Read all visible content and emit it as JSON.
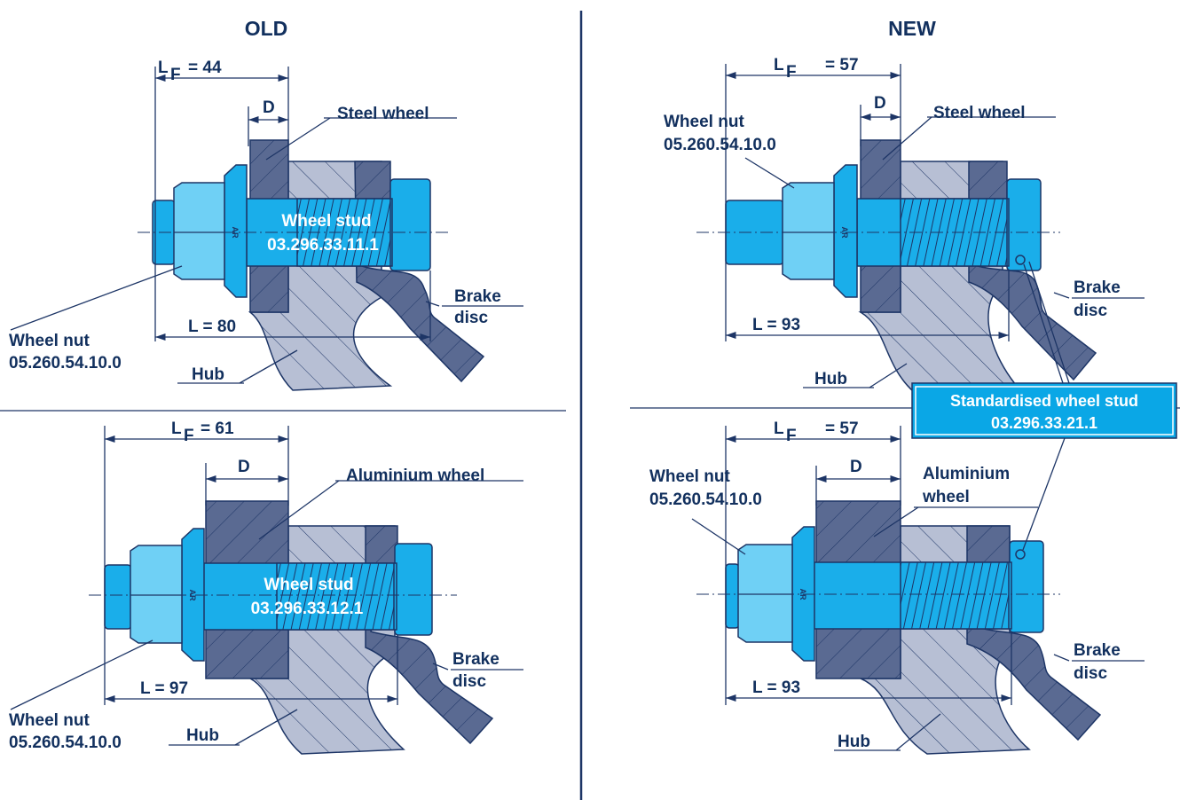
{
  "colors": {
    "navy": "#12305e",
    "stud_blue": "#1aaeea",
    "nut_blue": "#6fd0f5",
    "dark_part": "#5a6a92",
    "light_part": "#b7bfd4",
    "callout_bg": "#0aa7e6"
  },
  "old": {
    "title": "OLD",
    "steel": {
      "lf_letter": "L",
      "lf_sub": "F",
      "lf_value": "= 44",
      "d_label": "D",
      "wheel_label": "Steel wheel",
      "stud_name": "Wheel stud",
      "stud_number": "03.296.33.11.1",
      "nut_label_1": "Wheel nut",
      "nut_label_2": "05.260.54.10.0",
      "l_label": "L  =  80",
      "hub_label": "Hub",
      "disc_label_1": "Brake",
      "disc_label_2": "disc"
    },
    "alu": {
      "lf_letter": "L",
      "lf_sub": "F",
      "lf_value": "= 61",
      "d_label": "D",
      "wheel_label": "Aluminium  wheel",
      "stud_name": "Wheel stud",
      "stud_number": "03.296.33.12.1",
      "nut_label_1": "Wheel nut",
      "nut_label_2": "05.260.54.10.0",
      "l_label": "L  =  97",
      "hub_label": "Hub",
      "disc_label_1": "Brake",
      "disc_label_2": "disc"
    }
  },
  "new": {
    "title": "NEW",
    "steel": {
      "lf_letter": "L",
      "lf_sub": "F",
      "lf_value": "=  57",
      "d_label": "D",
      "wheel_label": "Steel  wheel",
      "nut_label_1": "Wheel nut",
      "nut_label_2": "05.260.54.10.0",
      "l_label": "L  =  93",
      "hub_label": "Hub",
      "disc_label_1": "Brake",
      "disc_label_2": "disc"
    },
    "alu": {
      "lf_letter": "L",
      "lf_sub": "F",
      "lf_value": "=  57",
      "d_label": "D",
      "wheel_label_1": "Aluminium",
      "wheel_label_2": "wheel",
      "nut_label_1": "Wheel nut",
      "nut_label_2": "05.260.54.10.0",
      "l_label": "L  =  93",
      "hub_label": "Hub",
      "disc_label_1": "Brake",
      "disc_label_2": "disc"
    },
    "callout": {
      "name": "Standardised  wheel stud",
      "number": "03.296.33.21.1"
    }
  }
}
